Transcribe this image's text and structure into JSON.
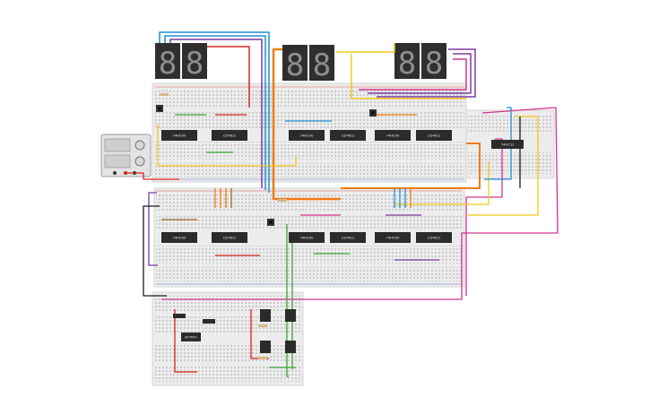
{
  "colors": {
    "board": "#ececec",
    "board_edge": "#d6d6d6",
    "hole": "#9a9a9a",
    "rail_red": "#e05a5a",
    "rail_blue": "#5a7fd6",
    "chip": "#2b2b2b",
    "display": "#2f2f2f",
    "segment": "#9a9a9a",
    "wire_red": "#d9231d",
    "wire_blue": "#1e8fd6",
    "wire_orange": "#ef7d0f",
    "wire_yellow": "#f2c81b",
    "wire_purple": "#7a3aa0",
    "wire_magenta": "#d1338a",
    "wire_green": "#3aa535",
    "wire_black": "#1c1c1c",
    "wire_brown": "#9c6a2b",
    "wire_teal": "#1c9e9e"
  },
  "chips": {
    "top_row": [
      "74HC00",
      "CD4511",
      "74HC00",
      "CD4511",
      "74HC00",
      "CD4511"
    ],
    "right_board": "74HC11",
    "middle_row": [
      "74HC00",
      "CD4511",
      "74HC00",
      "CD4511",
      "74HC00",
      "CD4511"
    ],
    "bottom_board": "ATTINY"
  },
  "displays": {
    "count": 6,
    "digit_glyph": "8"
  },
  "power_supply": {
    "icon": "power-supply-icon"
  }
}
